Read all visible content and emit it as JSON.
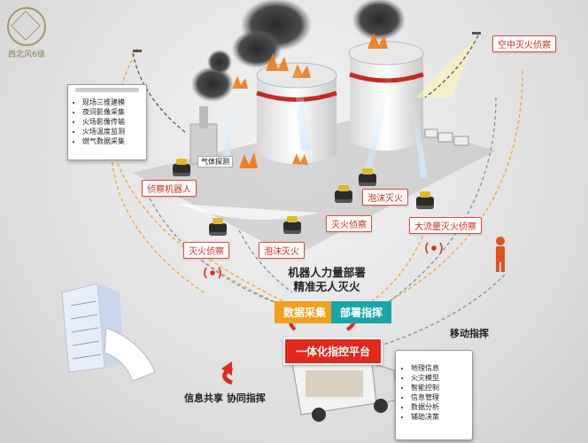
{
  "logo": {
    "text": "西北风6级"
  },
  "memo": {
    "items": [
      "现场三维建模",
      "夜间影像采集",
      "火场影像传输",
      "火场温度监测",
      "燃气数据采集"
    ]
  },
  "labels": {
    "aerial": "空中灭火侦察",
    "recon_robot": "侦察机器人",
    "gas_detect": "气体探测",
    "fire_recon_left": "灭火侦察",
    "foam_left": "泡沫灭火",
    "fire_recon_center": "灭火侦察",
    "foam_right": "泡沫灭火",
    "high_flow": "大流量灭火侦察"
  },
  "headline": {
    "line1": "机器人力量部署",
    "line2": "精准无人灭火"
  },
  "controls": {
    "data_collect": "数据采集",
    "deploy_command": "部署指挥",
    "platform": "一体化指控平台"
  },
  "captions": {
    "mobile_command": "移动指挥",
    "share_coordinate": "信息共享  协同指挥"
  },
  "panel": {
    "items": [
      "地理信息",
      "火灾模型",
      "智能控制",
      "信息管理",
      "数据分析",
      "辅助决策"
    ]
  },
  "colors": {
    "red": "#e02a1c",
    "orange": "#f0a01e",
    "teal": "#1aa6a8",
    "dashed_orange": "#f3a43a",
    "dashed_blue": "#7a8fb8"
  }
}
